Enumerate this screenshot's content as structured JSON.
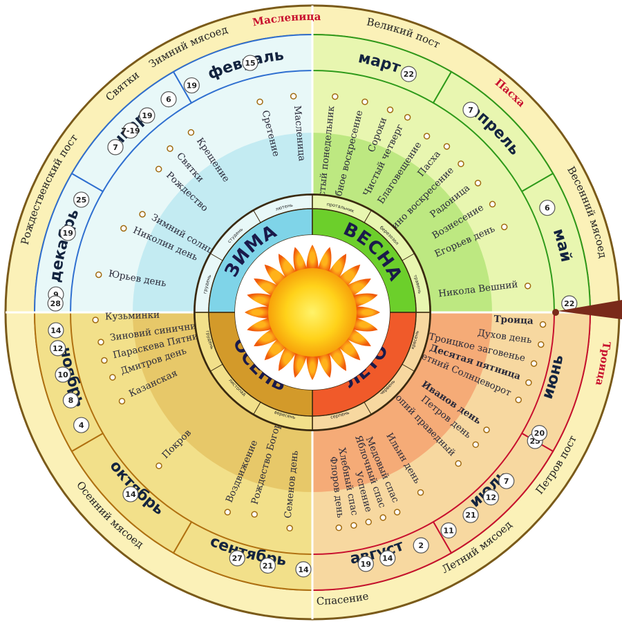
{
  "seasons": [
    {
      "label": "ЗИМА",
      "start": -90,
      "end": 0,
      "color": "#7fd4e8",
      "light": "#e8f8f8",
      "ring": "#2f6fd0"
    },
    {
      "label": "ВЕСНА",
      "start": 0,
      "end": 90,
      "color": "#6ccf2b",
      "light": "#e8f6b0",
      "ring": "#2e9a1a"
    },
    {
      "label": "ЛЕТО",
      "start": 90,
      "end": 180,
      "color": "#f05a2a",
      "light": "#f7d8a0",
      "ring": "#c8102e"
    },
    {
      "label": "ОСЕНЬ",
      "start": 180,
      "end": 270,
      "color": "#d39a2a",
      "light": "#f2e08a",
      "ring": "#b07010"
    }
  ],
  "months": [
    {
      "label": "декабрь",
      "start": -90,
      "end": -60
    },
    {
      "label": "январь",
      "start": -60,
      "end": -30
    },
    {
      "label": "февраль",
      "start": -30,
      "end": 0
    },
    {
      "label": "март",
      "start": 0,
      "end": 30
    },
    {
      "label": "апрель",
      "start": 30,
      "end": 60
    },
    {
      "label": "май",
      "start": 60,
      "end": 90
    },
    {
      "label": "июнь",
      "start": 90,
      "end": 120
    },
    {
      "label": "июль",
      "start": 120,
      "end": 150
    },
    {
      "label": "август",
      "start": 150,
      "end": 180
    },
    {
      "label": "сентябрь",
      "start": 180,
      "end": 210
    },
    {
      "label": "октябрь",
      "start": 210,
      "end": 240
    },
    {
      "label": "ноябрь",
      "start": 240,
      "end": 270
    }
  ],
  "fasts": [
    {
      "label": "Масленица",
      "angle": -5,
      "red": true
    },
    {
      "label": "Великий пост",
      "angle": 18,
      "red": false
    },
    {
      "label": "Пасха",
      "angle": 42,
      "red": true
    },
    {
      "label": "Весенний мясоед",
      "angle": 70,
      "red": false
    },
    {
      "label": "Троица",
      "angle": 100,
      "red": true
    },
    {
      "label": "Петров пост",
      "angle": 122,
      "red": false
    },
    {
      "label": "Летний мясоед",
      "angle": 145,
      "red": false
    },
    {
      "label": "Спасение",
      "angle": 174,
      "red": false
    },
    {
      "label": "Осенний мясоед",
      "angle": 225,
      "red": false
    },
    {
      "label": "Рождественский пост",
      "angle": -65,
      "red": false
    },
    {
      "label": "Святки",
      "angle": -40,
      "red": false
    },
    {
      "label": "Зимний мясоед",
      "angle": -25,
      "red": false
    }
  ],
  "holidays": [
    {
      "label": "Юрьев день",
      "angle": -80,
      "r": 300
    },
    {
      "label": "Николин день",
      "angle": -66,
      "r": 285
    },
    {
      "label": "Зимний солнцеворот",
      "angle": -60,
      "r": 270
    },
    {
      "label": "Рождество",
      "angle": -47,
      "r": 290
    },
    {
      "label": "Святки",
      "angle": -41,
      "r": 300
    },
    {
      "label": "Крещение",
      "angle": -34,
      "r": 300
    },
    {
      "label": "Сретение",
      "angle": -14,
      "r": 300
    },
    {
      "label": "Масленица",
      "angle": -5,
      "r": 300
    },
    {
      "label": "Чистый понедельник",
      "angle": 6,
      "r": 300
    },
    {
      "label": "Вербное воскресение",
      "angle": 14,
      "r": 300
    },
    {
      "label": "Сороки",
      "angle": 21,
      "r": 300
    },
    {
      "label": "Чистый четверг",
      "angle": 26,
      "r": 300
    },
    {
      "label": "Благовещение",
      "angle": 33,
      "r": 290
    },
    {
      "label": "Пасха",
      "angle": 39,
      "r": 295
    },
    {
      "label": "Фомино воскресение",
      "angle": 45,
      "r": 290
    },
    {
      "label": "Радоница",
      "angle": 52,
      "r": 290
    },
    {
      "label": "Вознесение",
      "angle": 59,
      "r": 290
    },
    {
      "label": "Егорьев день",
      "angle": 66,
      "r": 290
    },
    {
      "label": "Никола Вешний",
      "angle": 83,
      "r": 300
    },
    {
      "label": "Троица",
      "angle": 93,
      "r": 320,
      "bold": true
    },
    {
      "label": "Духов день",
      "angle": 98,
      "r": 320
    },
    {
      "label": "Троицкое заговенье",
      "angle": 103,
      "r": 315
    },
    {
      "label": "Десятая пятница",
      "angle": 108,
      "r": 315,
      "bold": true
    },
    {
      "label": "Летний Солнцеворот",
      "angle": 113,
      "r": 310
    },
    {
      "label": "Иванов день",
      "angle": 124,
      "r": 290,
      "bold": true
    },
    {
      "label": "Петров день",
      "angle": 129,
      "r": 290
    },
    {
      "label": "Прокопий праведный",
      "angle": 136,
      "r": 290
    },
    {
      "label": "Ильин день",
      "angle": 149,
      "r": 290
    },
    {
      "label": "Медовый спас",
      "angle": 157,
      "r": 300
    },
    {
      "label": "Яблочный спас",
      "angle": 161,
      "r": 300
    },
    {
      "label": "Успение",
      "angle": 165,
      "r": 300
    },
    {
      "label": "Хлебный спас",
      "angle": 169,
      "r": 300
    },
    {
      "label": "Флоров день",
      "angle": 173,
      "r": 300
    },
    {
      "label": "Семенов день",
      "angle": 186,
      "r": 300
    },
    {
      "label": "Рождество Богородицы",
      "angle": 196,
      "r": 290
    },
    {
      "label": "Воздвижение",
      "angle": 203,
      "r": 300
    },
    {
      "label": "Покров",
      "angle": 225,
      "r": 300
    },
    {
      "label": "Казанская",
      "angle": 245,
      "r": 290
    },
    {
      "label": "Дмитров день",
      "angle": 252,
      "r": 290
    },
    {
      "label": "Параскева Пятница",
      "angle": 257,
      "r": 295
    },
    {
      "label": "Зиновий синичник",
      "angle": 262,
      "r": 295
    },
    {
      "label": "Кузьминки",
      "angle": 268,
      "r": 300
    }
  ],
  "dates": [
    {
      "label": "9",
      "angle": -86
    },
    {
      "label": "19",
      "angle": -72
    },
    {
      "label": "25",
      "angle": -64
    },
    {
      "label": "7",
      "angle": -50
    },
    {
      "label": "7-19",
      "angle": -45
    },
    {
      "label": "19",
      "angle": -40
    },
    {
      "label": "6",
      "angle": -34
    },
    {
      "label": "19",
      "angle": -28
    },
    {
      "label": "15",
      "angle": -14
    },
    {
      "label": "22",
      "angle": 22
    },
    {
      "label": "7",
      "angle": 38
    },
    {
      "label": "6",
      "angle": 66
    },
    {
      "label": "22",
      "angle": 88
    },
    {
      "label": "25",
      "angle": 120
    },
    {
      "label": "20",
      "angle": 118
    },
    {
      "label": "7",
      "angle": 131
    },
    {
      "label": "12",
      "angle": 136
    },
    {
      "label": "21",
      "angle": 142
    },
    {
      "label": "11",
      "angle": 148
    },
    {
      "label": "2",
      "angle": 155
    },
    {
      "label": "14",
      "angle": 163
    },
    {
      "label": "19",
      "angle": 168
    },
    {
      "label": "14",
      "angle": 182
    },
    {
      "label": "21",
      "angle": 190
    },
    {
      "label": "27",
      "angle": 197
    },
    {
      "label": "14",
      "angle": 225
    },
    {
      "label": "4",
      "angle": 244
    },
    {
      "label": "8",
      "angle": 250
    },
    {
      "label": "10",
      "angle": 256
    },
    {
      "label": "12",
      "angle": 262
    },
    {
      "label": "14",
      "angle": 266
    },
    {
      "label": "28",
      "angle": 272
    }
  ],
  "sub_labels": [
    "грудень",
    "студень",
    "лютень",
    "протальник",
    "березозол",
    "травень",
    "кресень",
    "червень",
    "серпень",
    "вересень",
    "листопад",
    "грудень"
  ]
}
